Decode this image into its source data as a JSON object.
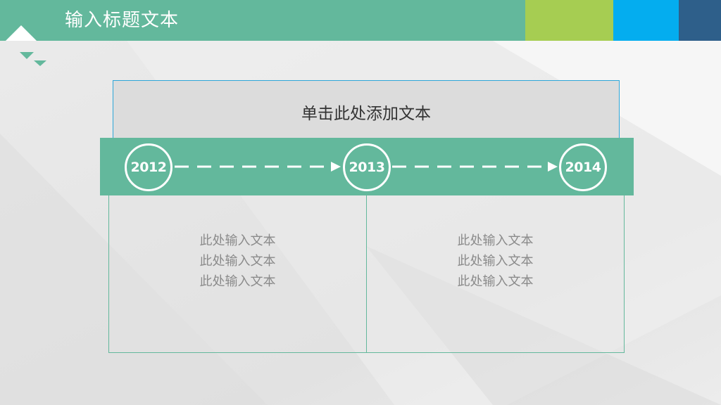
{
  "header": {
    "title": "输入标题文本"
  },
  "colors": {
    "header_green": "#63b89c",
    "accent_lime": "#a6cd52",
    "accent_blue": "#04adef",
    "accent_navy": "#2e5f8a",
    "top_box_border": "#2ea6d8"
  },
  "top_box": {
    "text": "单击此处添加文本"
  },
  "timeline": {
    "years": [
      "2012",
      "2013",
      "2014"
    ]
  },
  "content": {
    "left": {
      "lines": [
        "此处输入文本",
        "此处输入文本",
        "此处输入文本"
      ]
    },
    "right": {
      "lines": [
        "此处输入文本",
        "此处输入文本",
        "此处输入文本"
      ]
    }
  },
  "icons": {
    "logo": "mountain-logo-icon",
    "arrow": "dashed-arrow-icon"
  }
}
